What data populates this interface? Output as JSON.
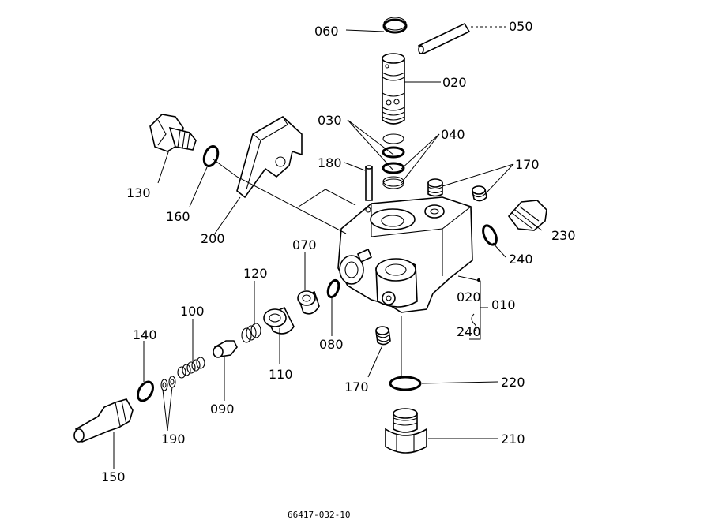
{
  "diagram": {
    "figure_code": "66417-032-10",
    "callouts": {
      "c060": "060",
      "c050": "050",
      "c020_top": "020",
      "c030": "030",
      "c040": "040",
      "c180": "180",
      "c170_top": "170",
      "c130": "130",
      "c160": "160",
      "c200": "200",
      "c230": "230",
      "c240_right": "240",
      "c070": "070",
      "c120": "120",
      "c100": "100",
      "c140": "140",
      "c020_group": "020",
      "c010": "010",
      "c240_group": "240",
      "c080": "080",
      "c110": "110",
      "c090": "090",
      "c170_bottom": "170",
      "c220": "220",
      "c190": "190",
      "c150": "150",
      "c210": "210"
    }
  }
}
